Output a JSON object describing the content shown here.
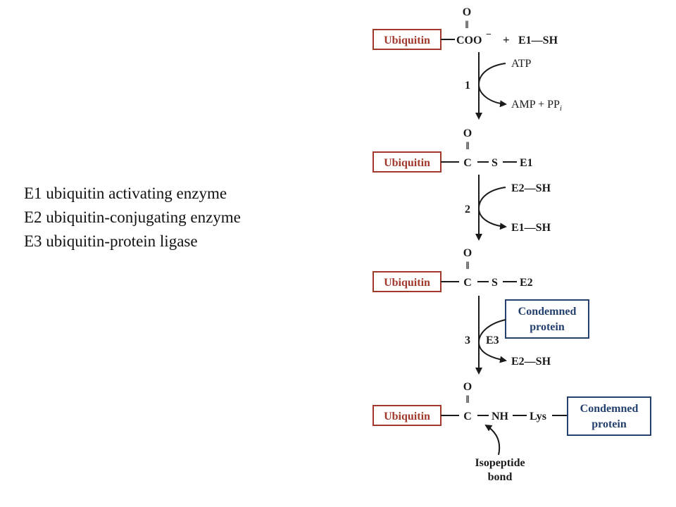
{
  "legend": {
    "lines": [
      "E1 ubiquitin activating enzyme",
      "E2 ubiquitin-conjugating enzyme",
      "E3 ubiquitin-protein ligase"
    ]
  },
  "diagram": {
    "colors": {
      "ubiquitin": "#a0392b",
      "protein": "#24406e",
      "text": "#1a1a1a"
    },
    "ubiquitin_label": "Ubiquitin",
    "oxygen": "O",
    "double_bond": "‖",
    "row1": {
      "group": "COO",
      "charge": "−",
      "plus": "+",
      "partner": "E1—SH"
    },
    "step1": {
      "number": "1",
      "input": "ATP",
      "output_main": "AMP + PP",
      "output_sub": "i"
    },
    "row2": {
      "carbon": "C",
      "sulfur": "S",
      "enzyme": "E1"
    },
    "step2": {
      "number": "2",
      "input": "E2—SH",
      "output": "E1—SH"
    },
    "row3": {
      "carbon": "C",
      "sulfur": "S",
      "enzyme": "E2"
    },
    "step3": {
      "number": "3",
      "enzyme": "E3",
      "input_line1": "Condemned",
      "input_line2": "protein",
      "output": "E2—SH"
    },
    "row4": {
      "carbon": "C",
      "nh": "NH",
      "lys": "Lys",
      "protein_line1": "Condemned",
      "protein_line2": "protein"
    },
    "annotation": {
      "line1": "Isopeptide",
      "line2": "bond"
    }
  }
}
